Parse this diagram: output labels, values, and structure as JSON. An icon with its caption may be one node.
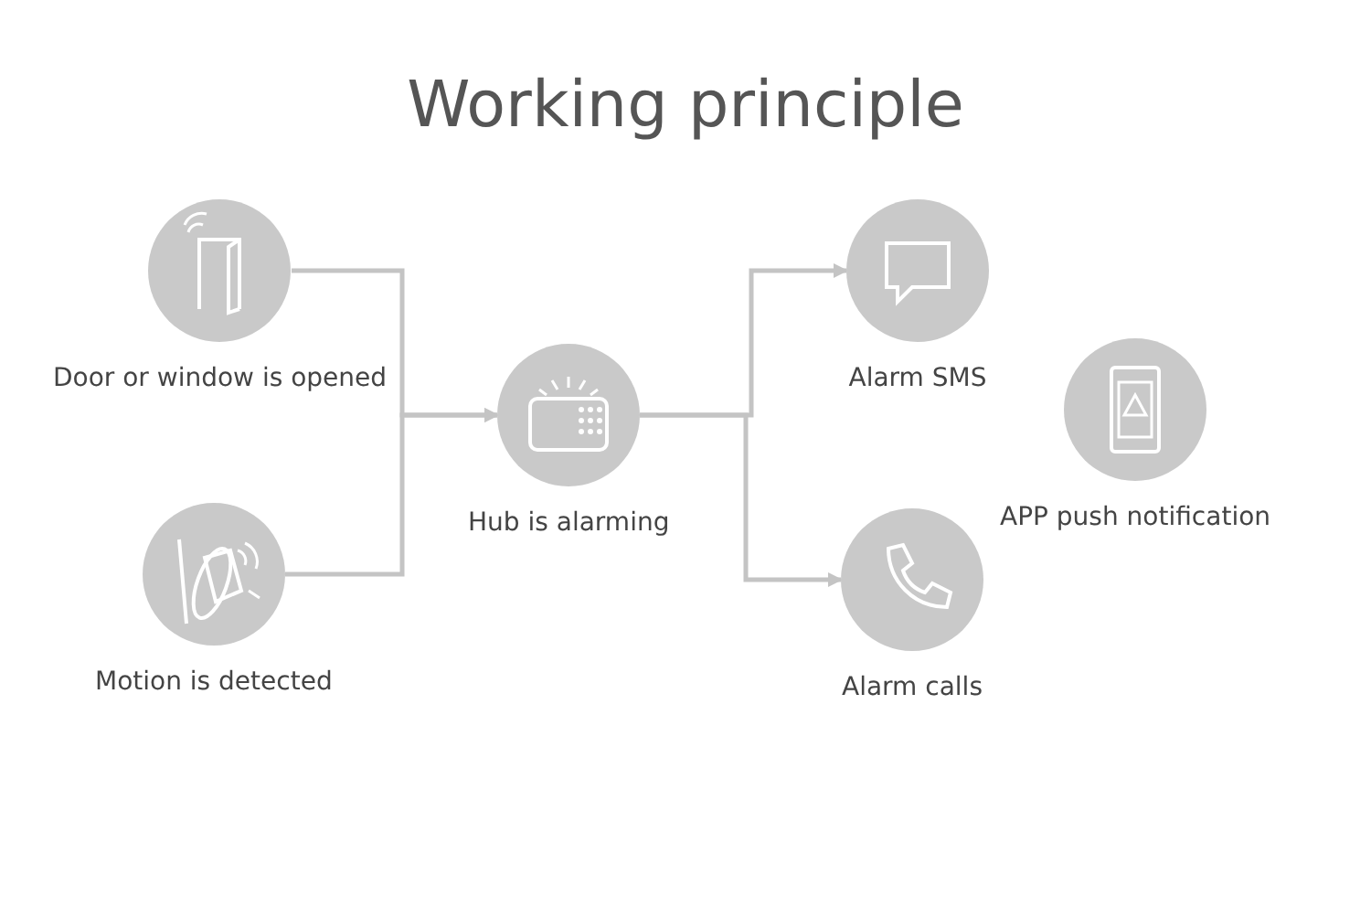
{
  "diagram": {
    "title": "Working principle",
    "nodes": [
      {
        "text": [
          "Door or window is opened"
        ]
      },
      {
        "text": [
          "Motion is detected"
        ]
      },
      {
        "text": [
          "Hub is alarming"
        ]
      },
      {
        "text": [
          "Alarm SMS"
        ]
      },
      {
        "text": [
          "Alarm calls"
        ]
      },
      {
        "text": [
          "APP push notification"
        ]
      }
    ],
    "edges": [
      {
        "from": 0,
        "to": 2,
        "arrow": "to"
      },
      {
        "from": 1,
        "to": 2,
        "arrow": "to"
      },
      {
        "from": 2,
        "to": 3,
        "arrow": "to"
      },
      {
        "from": 2,
        "to": 4,
        "arrow": "to"
      }
    ]
  }
}
